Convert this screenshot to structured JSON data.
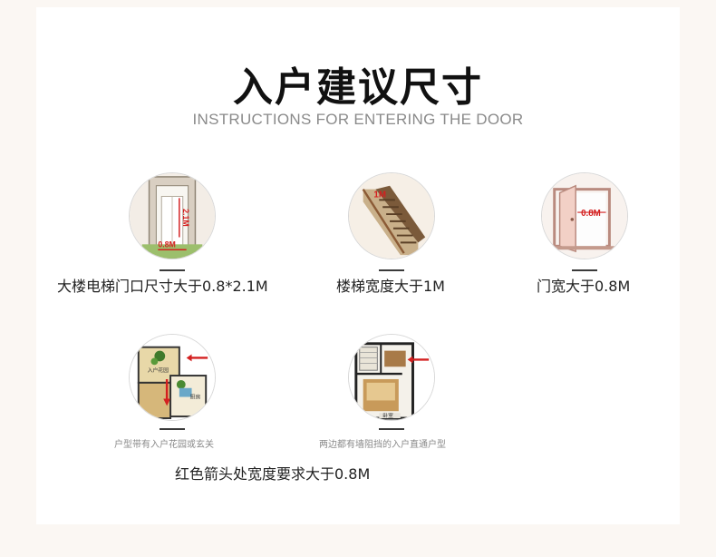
{
  "header": {
    "title": "入户建议尺寸",
    "subtitle": "INSTRUCTIONS FOR ENTERING THE DOOR"
  },
  "items": [
    {
      "label": "大楼电梯门口尺寸大于0.8*2.1M",
      "icon_texts": [
        "2.1M",
        "0.8M"
      ]
    },
    {
      "label": "楼梯宽度大于1M",
      "icon_texts": [
        "1M"
      ]
    },
    {
      "label": "门宽大于0.8M",
      "icon_texts": [
        "0.8M"
      ]
    }
  ],
  "plans": [
    {
      "caption": "户型带有入户花园或玄关",
      "icon_texts": [
        "入户花园",
        "厨房"
      ]
    },
    {
      "caption": "两边都有墙阻挡的入户直通户型",
      "icon_texts": [
        "卧室"
      ]
    }
  ],
  "bottom_note": "红色箭头处宽度要求大于0.8M",
  "colors": {
    "accent_red": "#d42020",
    "title": "#111111",
    "subtitle": "#8a8a8a",
    "background": "#fbf7f3"
  }
}
